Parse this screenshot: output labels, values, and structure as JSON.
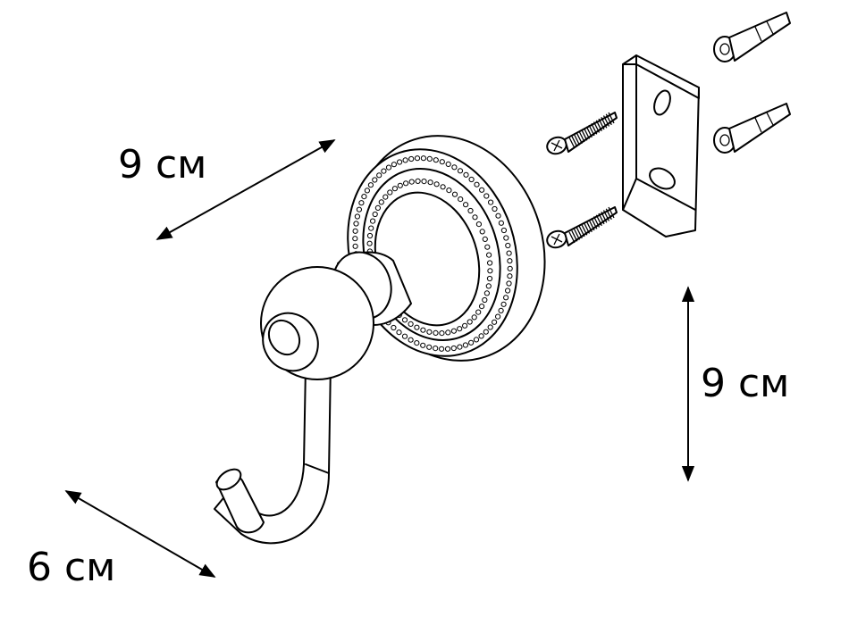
{
  "dimensions": {
    "width_label": "9 см",
    "height_label": "9 см",
    "depth_label": "6 см"
  }
}
